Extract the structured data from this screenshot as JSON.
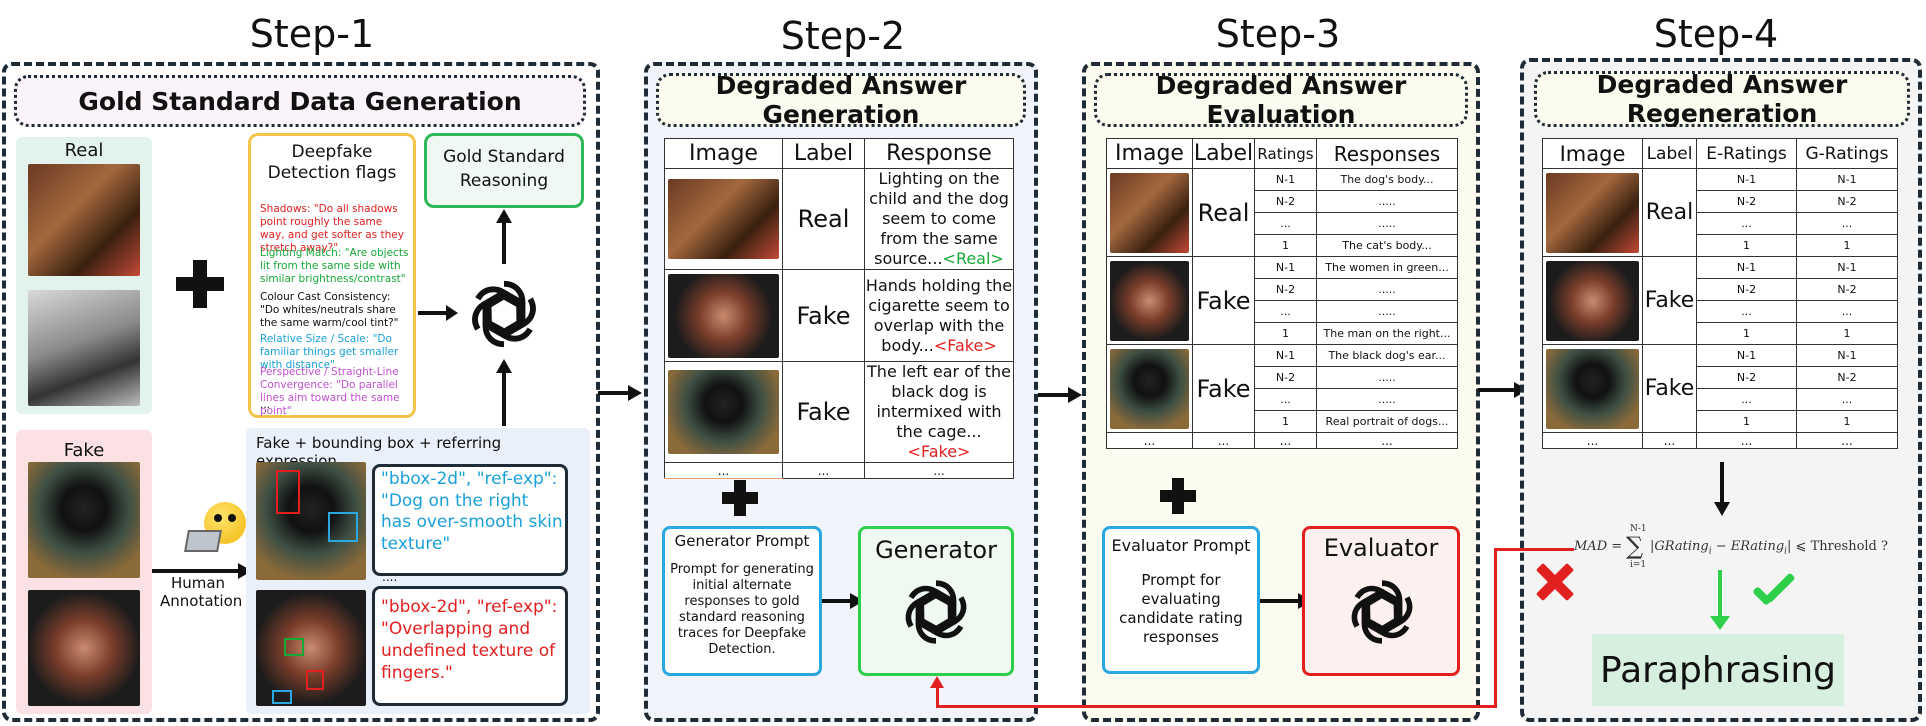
{
  "steps": [
    {
      "title": "Step-1",
      "header": "Gold Standard Data Generation"
    },
    {
      "title": "Step-2",
      "header": "Degraded Answer Generation"
    },
    {
      "title": "Step-3",
      "header": "Degraded Answer Evaluation"
    },
    {
      "title": "Step-4",
      "header": "Degraded Answer Regeneration"
    }
  ],
  "step1": {
    "real_label": "Real",
    "fake_label": "Fake",
    "flags_title": "Deepfake Detection flags",
    "flags": [
      {
        "text": "Shadows: \"Do all shadows point roughly the same way, and get softer as they stretch away?\"",
        "color": "#e32020"
      },
      {
        "text": "Lighting Match: \"Are objects lit from the same side with similar brightness/contrast\"",
        "color": "#18a838"
      },
      {
        "text": "Colour Cast Consistency: \"Do whites/neutrals share the same warm/cool tint?\"",
        "color": "#111111"
      },
      {
        "text": "Relative Size / Scale: \"Do familiar things get smaller with distance\"",
        "color": "#1aa0d8"
      },
      {
        "text": "Perspective / Straight-Line Convergence: \"Do parallel lines aim toward the same point\"",
        "color": "#c04fd0"
      }
    ],
    "flags_more": "...",
    "gold_box": "Gold Standard Reasoning",
    "human_annotation": "Human Annotation",
    "bbox_title": "Fake + bounding box + referring expression",
    "ref1": "\"bbox-2d\", \"ref-exp\": \"Dog on the right has over-smooth skin texture\"",
    "ref2": "\"bbox-2d\", \"ref-exp\": \"Overlapping and undefined texture of fingers.\"",
    "ref_more": "...."
  },
  "step2": {
    "headers": [
      "Image",
      "Label",
      "Response"
    ],
    "rows": [
      {
        "label": "Real",
        "response": "Lighting on the child and the dog seem to come from the same source...",
        "tag": "<Real>"
      },
      {
        "label": "Fake",
        "response": "Hands holding the cigarette seem to overlap with the body...",
        "tag": "<Fake>"
      },
      {
        "label": "Fake",
        "response": "The left ear of the black dog is intermixed with the cage...",
        "tag": "<Fake>"
      }
    ],
    "ellipsis": "...",
    "prompt_title": "Generator Prompt",
    "prompt_text": "Prompt for generating initial alternate responses to gold standard reasoning traces for Deepfake Detection.",
    "model": "Generator"
  },
  "step3": {
    "headers": [
      "Image",
      "Label",
      "Ratings",
      "Responses"
    ],
    "groups": [
      {
        "label": "Real",
        "rows": [
          [
            "N-1",
            "The dog's body..."
          ],
          [
            "N-2",
            "....."
          ],
          [
            "...",
            "....."
          ],
          [
            "1",
            "The cat's body..."
          ]
        ]
      },
      {
        "label": "Fake",
        "rows": [
          [
            "N-1",
            "The women in green..."
          ],
          [
            "N-2",
            "....."
          ],
          [
            "...",
            "....."
          ],
          [
            "1",
            "The man on the right..."
          ]
        ]
      },
      {
        "label": "Fake",
        "rows": [
          [
            "N-1",
            "The black dog's ear..."
          ],
          [
            "N-2",
            "....."
          ],
          [
            "...",
            "....."
          ],
          [
            "1",
            "Real portrait of dogs..."
          ]
        ]
      }
    ],
    "ellipsis": "...",
    "prompt_title": "Evaluator Prompt",
    "prompt_text": "Prompt for evaluating candidate rating responses",
    "model": "Evaluator"
  },
  "step4": {
    "headers": [
      "Image",
      "Label",
      "E-Ratings",
      "G-Ratings"
    ],
    "groups": [
      {
        "label": "Real",
        "rows": [
          [
            "N-1",
            "N-1"
          ],
          [
            "N-2",
            "N-2"
          ],
          [
            "...",
            "..."
          ],
          [
            "1",
            "1"
          ]
        ]
      },
      {
        "label": "Fake",
        "rows": [
          [
            "N-1",
            "N-1"
          ],
          [
            "N-2",
            "N-2"
          ],
          [
            "...",
            "..."
          ],
          [
            "1",
            "1"
          ]
        ]
      },
      {
        "label": "Fake",
        "rows": [
          [
            "N-1",
            "N-1"
          ],
          [
            "N-2",
            "N-2"
          ],
          [
            "...",
            "..."
          ],
          [
            "1",
            "1"
          ]
        ]
      }
    ],
    "ellipsis": "...",
    "formula_lhs": "MAD =",
    "formula_sum_top": "N-1",
    "formula_sum_bottom": "i=1",
    "formula_body": "|GRating",
    "formula_body2": " − ERating",
    "formula_end": "| ⩽ Threshold ?",
    "formula_sub": "i",
    "paraphrasing": "Paraphrasing"
  },
  "colors": {
    "red": "#e32020",
    "green": "#18a838",
    "blue": "#2aa6e0",
    "dark": "#1f2b36"
  }
}
